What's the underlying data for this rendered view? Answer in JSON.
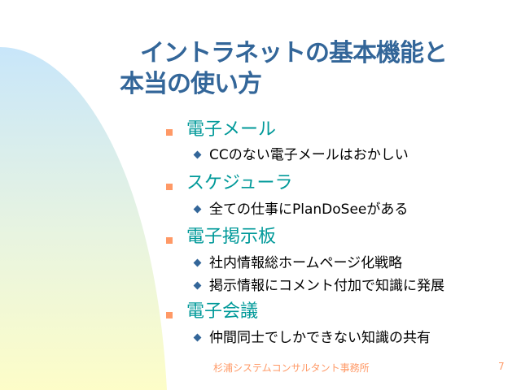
{
  "title": {
    "line1": "イントラネットの基本機能と",
    "line2": "本当の使い方"
  },
  "sections": [
    {
      "heading": "電子メール",
      "items": [
        "CCのない電子メールはおかしい"
      ]
    },
    {
      "heading": "スケジューラ",
      "items": [
        "全ての仕事にPlanDoSeeがある"
      ]
    },
    {
      "heading": "電子掲示板",
      "items": [
        "社内情報総ホームページ化戦略",
        "掲示情報にコメント付加で知識に発展"
      ]
    },
    {
      "heading": "電子会議",
      "items": [
        "仲間同士でしかできない知識の共有"
      ]
    }
  ],
  "footer": {
    "company": "杉浦システムコンサルタント事務所",
    "page_number": "7"
  },
  "colors": {
    "title": "#336699",
    "heading": "#009999",
    "bullet": "#ff9966",
    "sub_bullet": "#336699"
  }
}
